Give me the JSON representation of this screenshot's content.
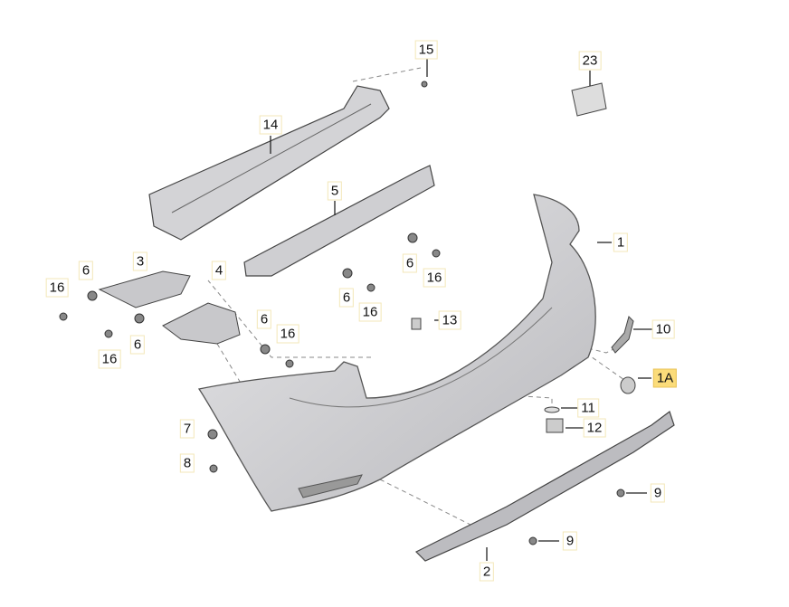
{
  "diagram": {
    "title": "Rear bumper parts diagram",
    "highlight_color": "#fbdc7a",
    "callouts": [
      {
        "id": "15"
      },
      {
        "id": "23"
      },
      {
        "id": "14"
      },
      {
        "id": "5"
      },
      {
        "id": "1"
      },
      {
        "id": "6"
      },
      {
        "id": "3"
      },
      {
        "id": "16"
      },
      {
        "id": "4"
      },
      {
        "id": "6"
      },
      {
        "id": "16"
      },
      {
        "id": "6"
      },
      {
        "id": "16"
      },
      {
        "id": "13"
      },
      {
        "id": "6"
      },
      {
        "id": "16"
      },
      {
        "id": "6"
      },
      {
        "id": "16"
      },
      {
        "id": "10"
      },
      {
        "id": "1A",
        "highlighted": true
      },
      {
        "id": "11"
      },
      {
        "id": "12"
      },
      {
        "id": "7"
      },
      {
        "id": "8"
      },
      {
        "id": "9"
      },
      {
        "id": "9"
      },
      {
        "id": "2"
      }
    ]
  }
}
